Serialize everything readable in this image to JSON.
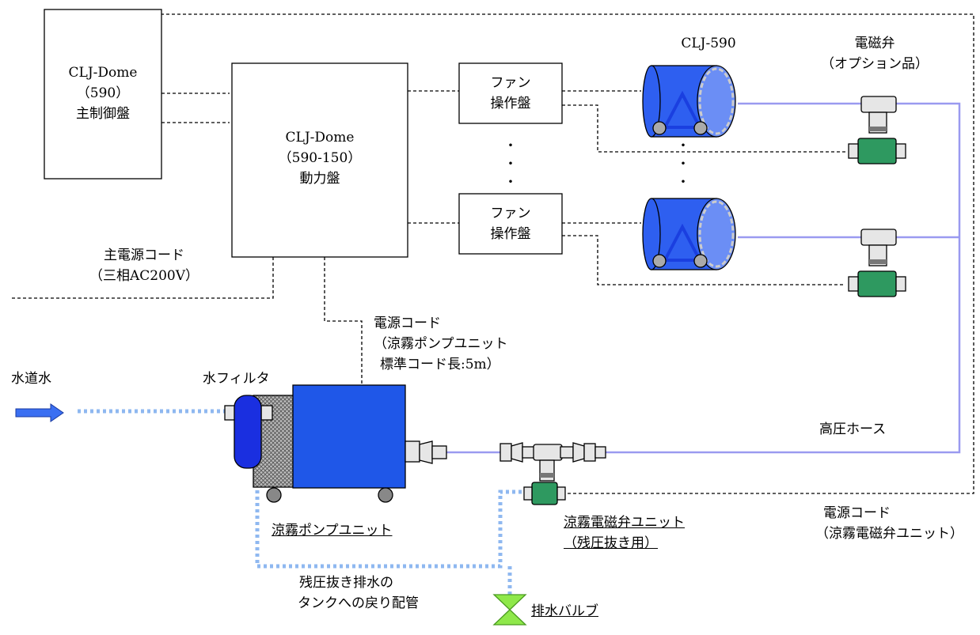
{
  "panels": {
    "main_control": [
      "CLJ-Dome",
      "（590）",
      "主制御盤"
    ],
    "power": [
      "CLJ-Dome",
      "（590-150）",
      "動力盤"
    ],
    "fan_panel_1": [
      "ファン",
      "操作盤"
    ],
    "fan_panel_2": [
      "ファン",
      "操作盤"
    ]
  },
  "labels": {
    "fan_unit": "CLJ-590",
    "solenoid_valve": [
      "電磁弁",
      "（オプション品）"
    ],
    "main_power_cord": [
      "主電源コード",
      "（三相AC200V）"
    ],
    "pump_power_cord": [
      "電源コード",
      "（涼霧ポンプユニット",
      "標準コード長:5m）"
    ],
    "tap_water": "水道水",
    "water_filter": "水フィルタ",
    "high_pressure_hose": "高圧ホース",
    "pump_unit": "涼霧ポンプユニット",
    "solenoid_unit": [
      "涼霧電磁弁ユニット",
      "（残圧抜き用）"
    ],
    "valve_power_cord": [
      "電源コード",
      "（涼霧電磁弁ユニット）"
    ],
    "return_pipe": [
      "残圧抜き排水の",
      "タンクへの戻り配管"
    ],
    "drain_valve": "排水バルブ",
    "ellipsis_dot": "・"
  },
  "colors": {
    "pump_blue": "#1f57e8",
    "fan_blue": "#2e5ff0",
    "valve_green": "#2e9960",
    "drain_green": "#8fe84a",
    "hose": "#9a9af0",
    "water_line": "#8fb8f0"
  }
}
